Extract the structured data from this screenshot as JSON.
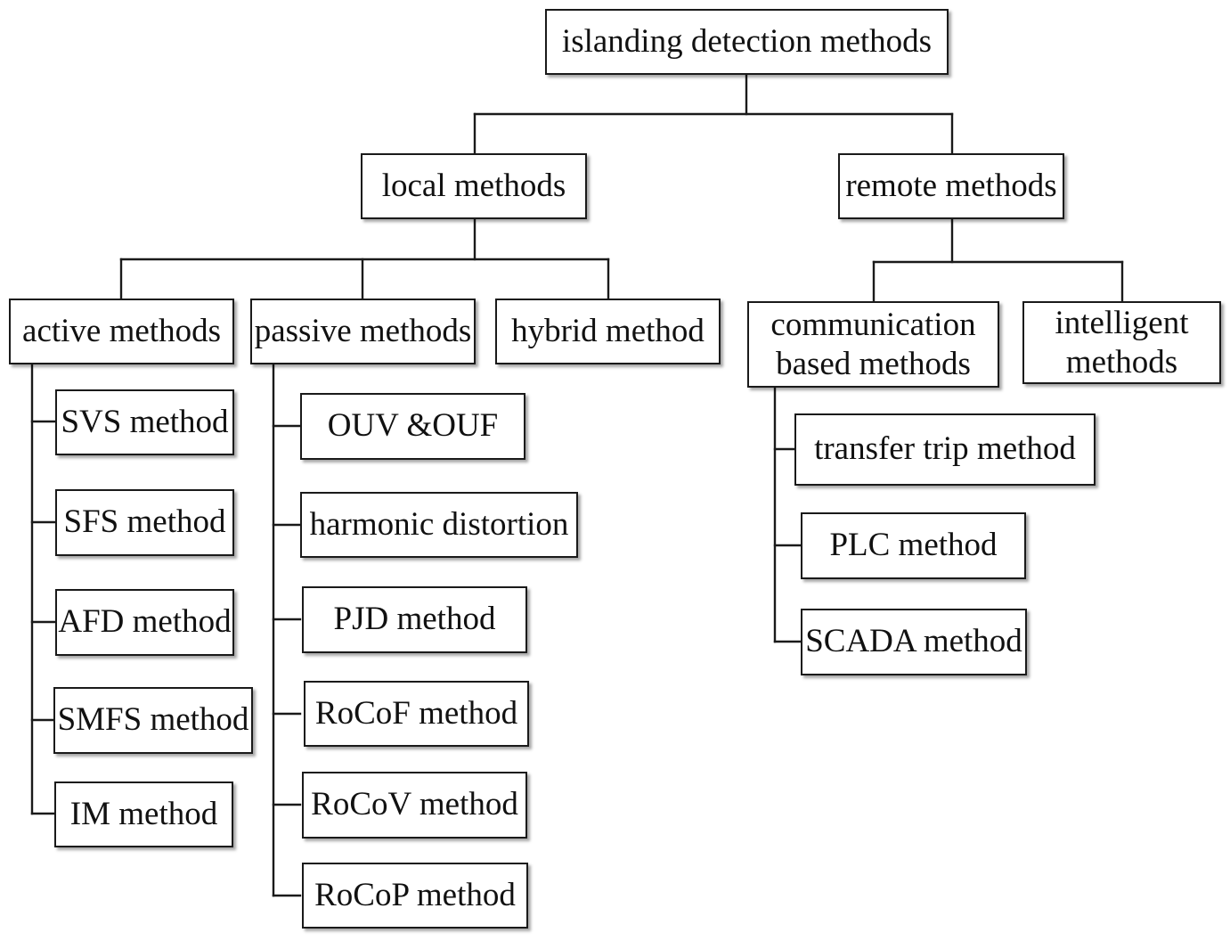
{
  "root": {
    "label": "islanding detection methods"
  },
  "categories": {
    "local": {
      "label": "local methods"
    },
    "remote": {
      "label": "remote methods"
    }
  },
  "local_groups": {
    "active": {
      "label": "active methods",
      "items": [
        "SVS method",
        "SFS method",
        "AFD method",
        "SMFS method",
        "IM method"
      ]
    },
    "passive": {
      "label": "passive methods",
      "items": [
        "OUV &OUF",
        "harmonic distortion",
        "PJD method",
        "RoCoF method",
        "RoCoV method",
        "RoCoP method"
      ]
    },
    "hybrid": {
      "label": "hybrid method"
    }
  },
  "remote_groups": {
    "communication": {
      "label_line1": "communication",
      "label_line2": "based methods",
      "items": [
        "transfer trip method",
        "PLC method",
        "SCADA method"
      ]
    },
    "intelligent": {
      "label_line1": "intelligent",
      "label_line2": "methods"
    }
  }
}
